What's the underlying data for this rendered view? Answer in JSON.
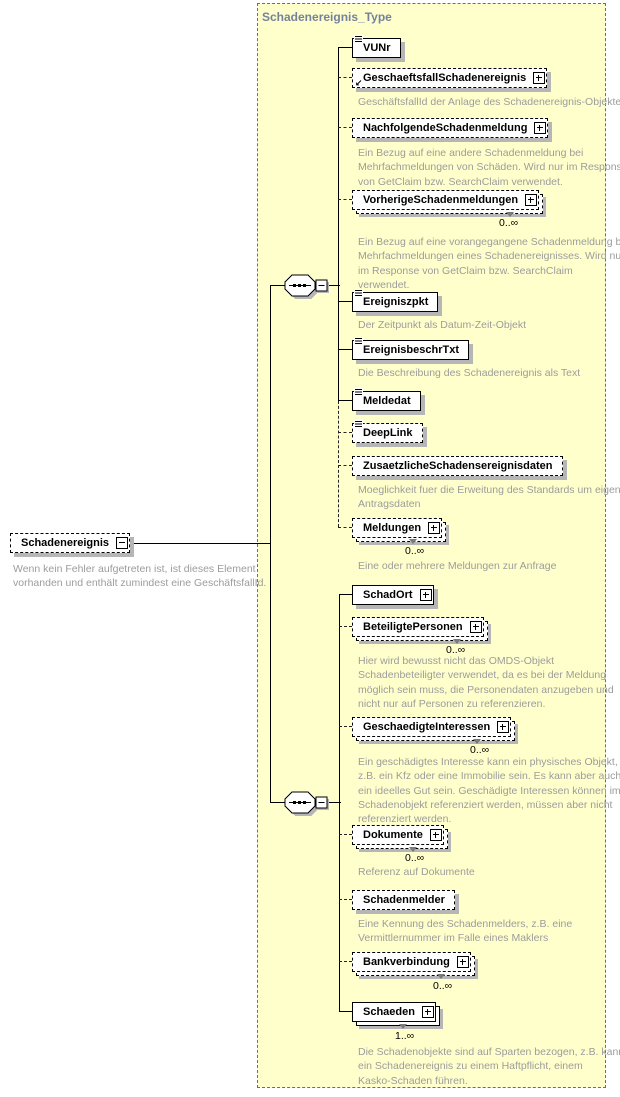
{
  "diagram_title": "Schadenereignis_Type",
  "colors": {
    "canvas_bg": "#FFFFCC",
    "box_shadow": "#B6B6B6",
    "description_text": "#9C9C9C",
    "title_text": "#75829C"
  },
  "root": {
    "label": "Schadenereignis",
    "description": "Wenn kein Fehler aufgetreten ist, ist dieses Element\nvorhanden und enthält zumindest eine GeschäftsfallId."
  },
  "nodes": [
    {
      "label": "VUNr"
    },
    {
      "label": "GeschaeftsfallSchadenereignis",
      "description": "GeschäftsfallId der Anlage des Schadenereignis-Objektes"
    },
    {
      "label": "NachfolgendeSchadenmeldung",
      "description": "Ein Bezug auf eine andere Schadenmeldung bei\nMehrfachmeldungen von Schäden. Wird nur im Response\nvon GetClaim bzw. SearchClaim verwendet."
    },
    {
      "label": "VorherigeSchadenmeldungen",
      "cardinality": "0..∞",
      "description": "Ein Bezug auf eine vorangegangene Schadenmeldung bei\nMehrfachmeldungen eines Schadenereignisses. Wird nur\nim Response von GetClaim bzw. SearchClaim\nverwendet."
    },
    {
      "label": "Ereigniszpkt",
      "description": "Der Zeitpunkt als Datum-Zeit-Objekt"
    },
    {
      "label": "EreignisbeschrTxt",
      "description": "Die Beschreibung des Schadenereignis als Text"
    },
    {
      "label": "Meldedat"
    },
    {
      "label": "DeepLink"
    },
    {
      "label": "ZusaetzlicheSchadensereignisdaten",
      "description": "Moeglichkeit fuer die Erweitung des Standards um eigene\nAntragsdaten"
    },
    {
      "label": "Meldungen",
      "cardinality": "0..∞",
      "description": "Eine oder mehrere Meldungen zur Anfrage"
    },
    {
      "label": "SchadOrt"
    },
    {
      "label": "BeteiligtePersonen",
      "cardinality": "0..∞",
      "description": "Hier wird bewusst nicht das OMDS-Objekt\nSchadenbeteiligter verwendet, da es bei der Meldung\nmöglich sein muss, die Personendaten anzugeben und\nnicht nur auf Personen zu referenzieren."
    },
    {
      "label": "GeschaedigteInteressen",
      "cardinality": "0..∞",
      "description": "Ein geschädigtes Interesse kann ein physisches Objekt,\nz.B. ein Kfz oder eine Immobilie sein. Es kann aber auch\nein ideelles Gut sein. Geschädigte Interessen können im\nSchadenobjekt referenziert werden, müssen aber nicht\nreferenziert werden."
    },
    {
      "label": "Dokumente",
      "cardinality": "0..∞",
      "description": "Referenz auf Dokumente"
    },
    {
      "label": "Schadenmelder",
      "description": "Eine Kennung des Schadenmelders, z.B. eine\nVermittlernummer im Falle eines Maklers"
    },
    {
      "label": "Bankverbindung",
      "cardinality": "0..∞"
    },
    {
      "label": "Schaeden",
      "cardinality": "1..∞",
      "description": "Die Schadenobjekte sind auf Sparten bezogen, z.B. kann\nein Schadenereignis zu einem Haftpflicht, einem\nKasko-Schaden führen."
    }
  ]
}
